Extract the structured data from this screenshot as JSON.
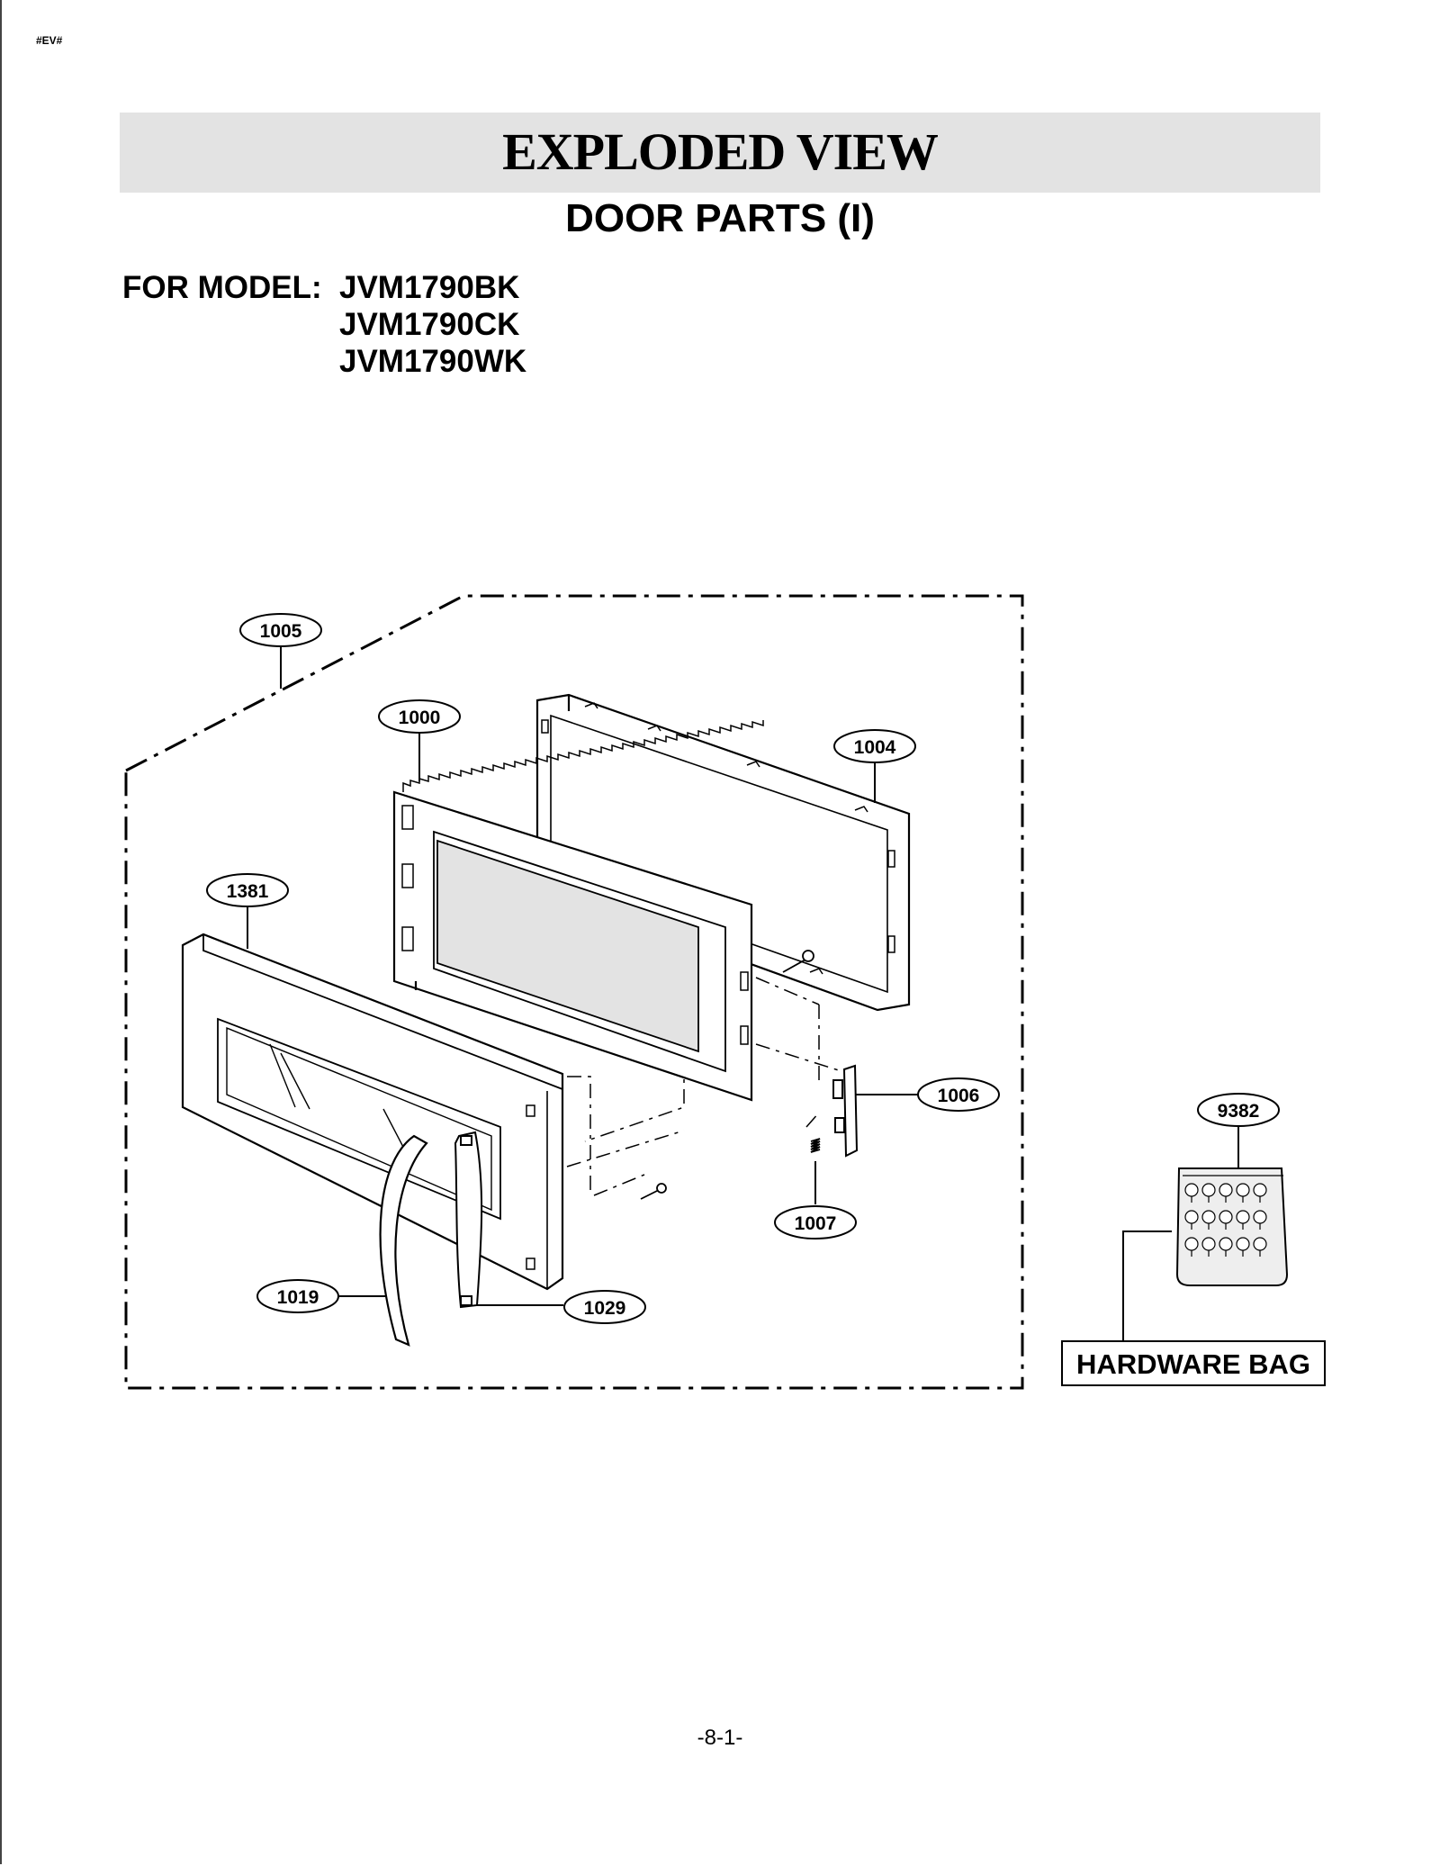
{
  "header": {
    "tag": "#EV#",
    "title": "EXPLODED VIEW",
    "subtitle": "DOOR PARTS (I)"
  },
  "models": {
    "label": "FOR MODEL:",
    "list": [
      "JVM1790BK",
      "JVM1790CK",
      "JVM1790WK"
    ]
  },
  "callouts": {
    "c1005": "1005",
    "c1000": "1000",
    "c1004": "1004",
    "c1381": "1381",
    "c1006": "1006",
    "c9382": "9382",
    "c1007": "1007",
    "c1019": "1019",
    "c1029": "1029"
  },
  "hardware_bag": {
    "label": "HARDWARE BAG"
  },
  "footer": {
    "page": "-8-1-"
  }
}
